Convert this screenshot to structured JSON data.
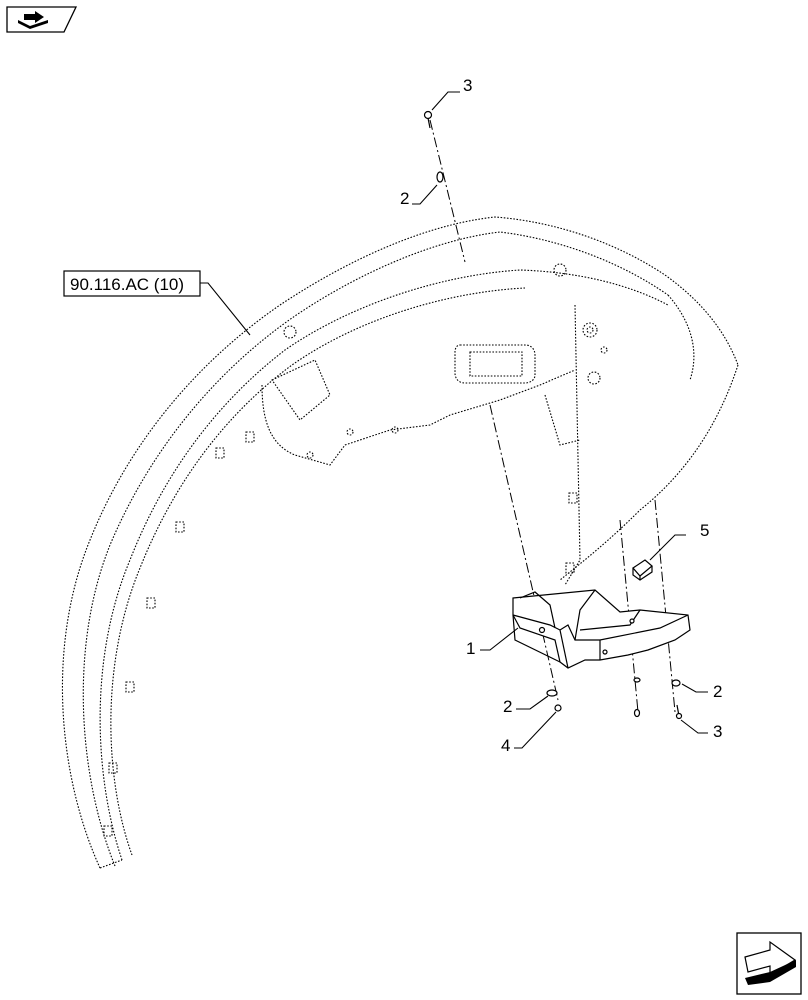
{
  "reference_box": {
    "text": "90.116.AC (10)"
  },
  "callouts": [
    {
      "id": "c3-top",
      "text": "3"
    },
    {
      "id": "c2-top",
      "text": "2"
    },
    {
      "id": "c5",
      "text": "5"
    },
    {
      "id": "c1",
      "text": "1"
    },
    {
      "id": "c2-left",
      "text": "2"
    },
    {
      "id": "c4",
      "text": "4"
    },
    {
      "id": "c2-right",
      "text": "2"
    },
    {
      "id": "c3-right",
      "text": "3"
    }
  ],
  "icons": {
    "top_left": "view-orientation-icon",
    "bottom_right": "navigation-arrow-icon"
  }
}
